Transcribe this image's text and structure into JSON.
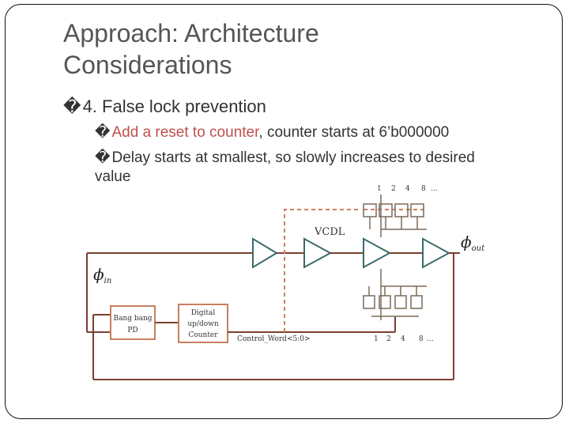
{
  "slide": {
    "title_line1": "Approach: Architecture",
    "title_line2": "Considerations",
    "bullets": [
      {
        "marker": "�",
        "text": "4. False lock prevention"
      }
    ],
    "sub_bullets": [
      {
        "marker": "�",
        "highlight": "Add a reset to counter",
        "text": ", counter starts at 6’b000000"
      },
      {
        "marker": "�",
        "text": "Delay starts at smallest, so slowly increases to desired value"
      }
    ]
  },
  "diagram": {
    "vcdl_label": "VCDL",
    "phi_in_main": "ϕ",
    "phi_in_sub": "in",
    "phi_out_main": "ϕ",
    "phi_out_sub": "out",
    "pd_line1": "Bang bang",
    "pd_line2": "PD",
    "counter_line1": "Digital",
    "counter_line2": "up/down",
    "counter_line3": "Counter",
    "control_word": "Control_Word<5:0>",
    "top_weights": [
      "1",
      "2",
      "4",
      "8",
      "..."
    ],
    "bottom_weights": [
      "1",
      "2",
      "4",
      "8",
      "..."
    ],
    "colors": {
      "highlight": "#c0504d",
      "dashed": "#d08060",
      "block": "#c87f60",
      "text": "#333333"
    }
  }
}
